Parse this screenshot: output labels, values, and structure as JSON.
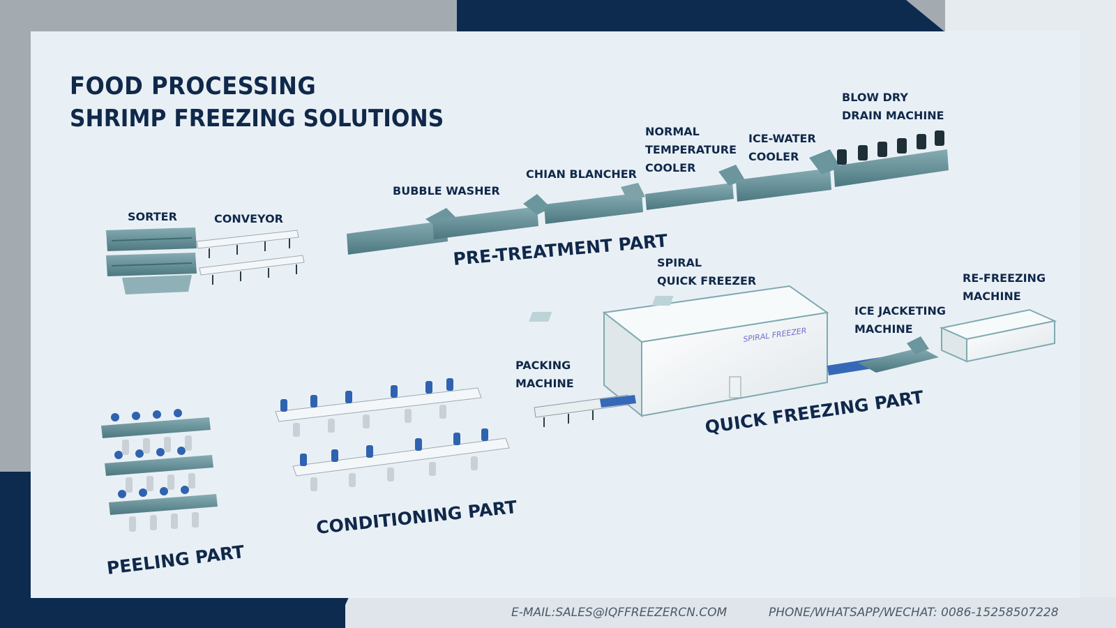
{
  "header": {
    "title": "FOOD PROCESSING",
    "subtitle": "SHRIMP FREEZING SOLUTIONS"
  },
  "machines": {
    "sorter": "SORTER",
    "conveyor": "CONVEYOR",
    "bubble_washer": "BUBBLE WASHER",
    "chian_blancher": "CHIAN BLANCHER",
    "normal_temperature_cooler": [
      "NORMAL",
      "TEMPERATURE",
      "COOLER"
    ],
    "ice_water_cooler": [
      "ICE-WATER",
      "COOLER"
    ],
    "blow_dry_drain_machine": [
      "BLOW DRY",
      "DRAIN MACHINE"
    ],
    "spiral_quick_freezer": [
      "SPIRAL",
      "QUICK FREEZER"
    ],
    "ice_jacketing_machine": [
      "ICE JACKETING",
      "MACHINE"
    ],
    "re_freezing_machine": [
      "RE-FREEZING",
      "MACHINE"
    ],
    "packing_machine": [
      "PACKING",
      "MACHINE"
    ]
  },
  "parts": {
    "pre_treatment": "PRE-TREATMENT PART",
    "quick_freezing": "QUICK FREEZING PART",
    "conditioning": "CONDITIONING PART",
    "peeling": "PEELING PART"
  },
  "freezer_branding": "SPIRAL FREEZER",
  "footer": {
    "email": "E-MAIL:SALES@IQFFREEZERCN.COM",
    "phone": "PHONE/WHATSAPP/WECHAT: 0086-15258507228"
  },
  "colors": {
    "navy": "#0d2a4f",
    "panel": "#e9f0f5",
    "machine": "#5f8d96"
  }
}
